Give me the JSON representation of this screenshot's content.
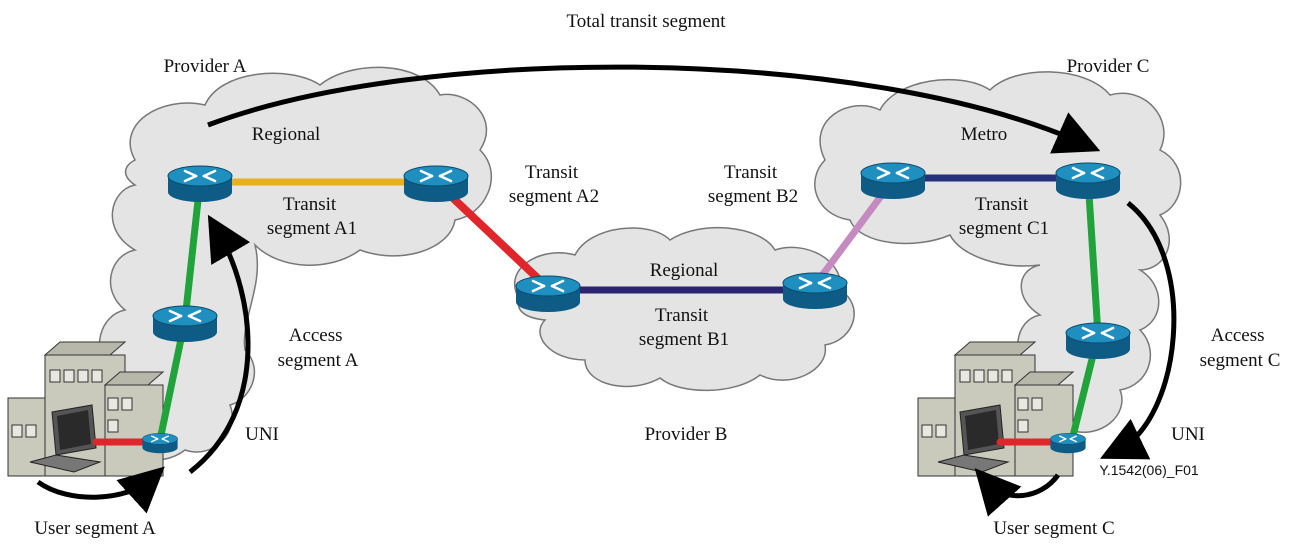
{
  "title": "Total transit segment",
  "providers": {
    "a": "Provider A",
    "b": "Provider B",
    "c": "Provider C"
  },
  "networks": {
    "a": "Regional",
    "b": "Regional",
    "c": "Metro"
  },
  "segments": {
    "transit_a1": [
      "Transit",
      "segment A1"
    ],
    "transit_a2": [
      "Transit",
      "segment A2"
    ],
    "transit_b1": [
      "Transit",
      "segment B1"
    ],
    "transit_b2": [
      "Transit",
      "segment B2"
    ],
    "transit_c1": [
      "Transit",
      "segment C1"
    ],
    "access_a": [
      "Access",
      "segment A"
    ],
    "access_c": [
      "Access",
      "segment C"
    ],
    "uni_a": "UNI",
    "uni_c": "UNI",
    "user_a": "User segment A",
    "user_c": "User segment C"
  },
  "figure_code": "Y.1542(06)_F01",
  "colors": {
    "access_link": "#1fa33a",
    "uni_link": "#e0262b",
    "transit_a1_link": "#e7b01e",
    "transit_a2_link": "#e0262b",
    "transit_b_link": "#2b2470",
    "transit_b2_link": "#c58ac0",
    "transit_c_link": "#23307a",
    "router_top": "#1e8fbf",
    "router_side": "#0e5c86",
    "cloud_fill": "#e4e4e4",
    "building": "#c9c9bc"
  }
}
